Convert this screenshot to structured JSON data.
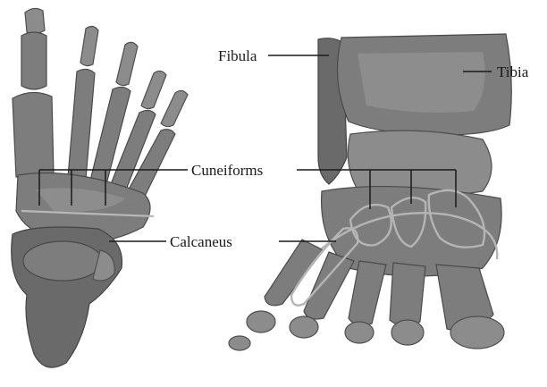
{
  "labels": {
    "fibula": "Fibula",
    "tibia": "Tibia",
    "cuneiforms": "Cuneiforms",
    "calcaneus": "Calcaneus"
  }
}
